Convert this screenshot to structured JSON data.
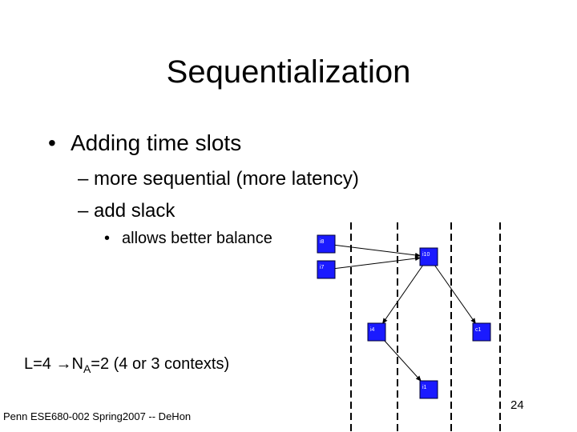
{
  "title": "Sequentialization",
  "bullets": {
    "main": "Adding time slots",
    "sub1": "– more sequential (more latency)",
    "sub2": "– add slack",
    "subsub": "allows better balance"
  },
  "note": {
    "prefix": "L=4 ",
    "arrow": "→",
    "n": "N",
    "sub": "A",
    "suffix": "=2 (4 or 3 contexts)"
  },
  "footer": "Penn ESE680-002 Spring2007 -- DeHon",
  "page_number": "24",
  "diagram": {
    "node_color": "#1a1aff",
    "nodes": [
      {
        "id": "i8",
        "label": "i8"
      },
      {
        "id": "i10",
        "label": "i10"
      },
      {
        "id": "i7",
        "label": "i7"
      },
      {
        "id": "i4",
        "label": "i4"
      },
      {
        "id": "c1",
        "label": "c1"
      },
      {
        "id": "i1",
        "label": "i1"
      }
    ],
    "edges": [
      {
        "from": "i8",
        "to": "i10"
      },
      {
        "from": "i7",
        "to": "i10"
      },
      {
        "from": "i10",
        "to": "i4"
      },
      {
        "from": "i10",
        "to": "c1"
      },
      {
        "from": "i4",
        "to": "i1"
      }
    ]
  }
}
